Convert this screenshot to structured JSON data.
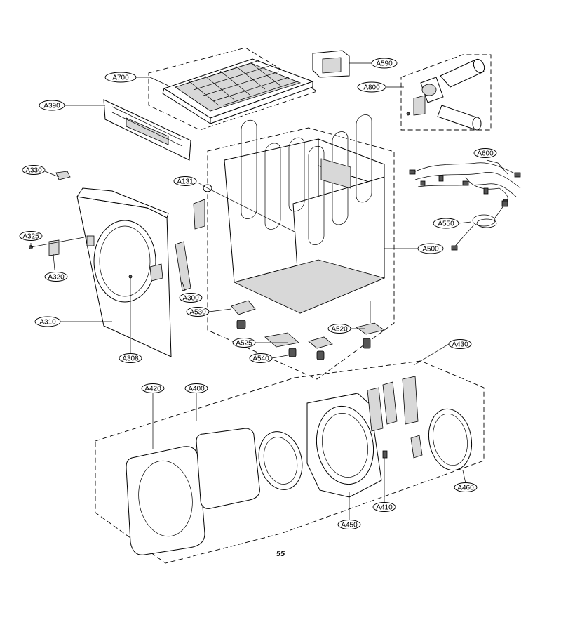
{
  "page_number": "55",
  "callouts": [
    {
      "id": "a700",
      "label": "A700"
    },
    {
      "id": "a590",
      "label": "A590"
    },
    {
      "id": "a800",
      "label": "A800"
    },
    {
      "id": "a390",
      "label": "A390"
    },
    {
      "id": "a330",
      "label": "A330"
    },
    {
      "id": "a131",
      "label": "A131"
    },
    {
      "id": "a600",
      "label": "A600"
    },
    {
      "id": "a550",
      "label": "A550"
    },
    {
      "id": "a325",
      "label": "A325"
    },
    {
      "id": "a500",
      "label": "A500"
    },
    {
      "id": "a320",
      "label": "A320"
    },
    {
      "id": "a300",
      "label": "A300"
    },
    {
      "id": "a530",
      "label": "A530"
    },
    {
      "id": "a310",
      "label": "A310"
    },
    {
      "id": "a520",
      "label": "A520"
    },
    {
      "id": "a525",
      "label": "A525"
    },
    {
      "id": "a308",
      "label": "A308"
    },
    {
      "id": "a540",
      "label": "A540"
    },
    {
      "id": "a430",
      "label": "A430"
    },
    {
      "id": "a420",
      "label": "A420"
    },
    {
      "id": "a400",
      "label": "A400"
    },
    {
      "id": "a460",
      "label": "A460"
    },
    {
      "id": "a410",
      "label": "A410"
    },
    {
      "id": "a450",
      "label": "A450"
    }
  ]
}
